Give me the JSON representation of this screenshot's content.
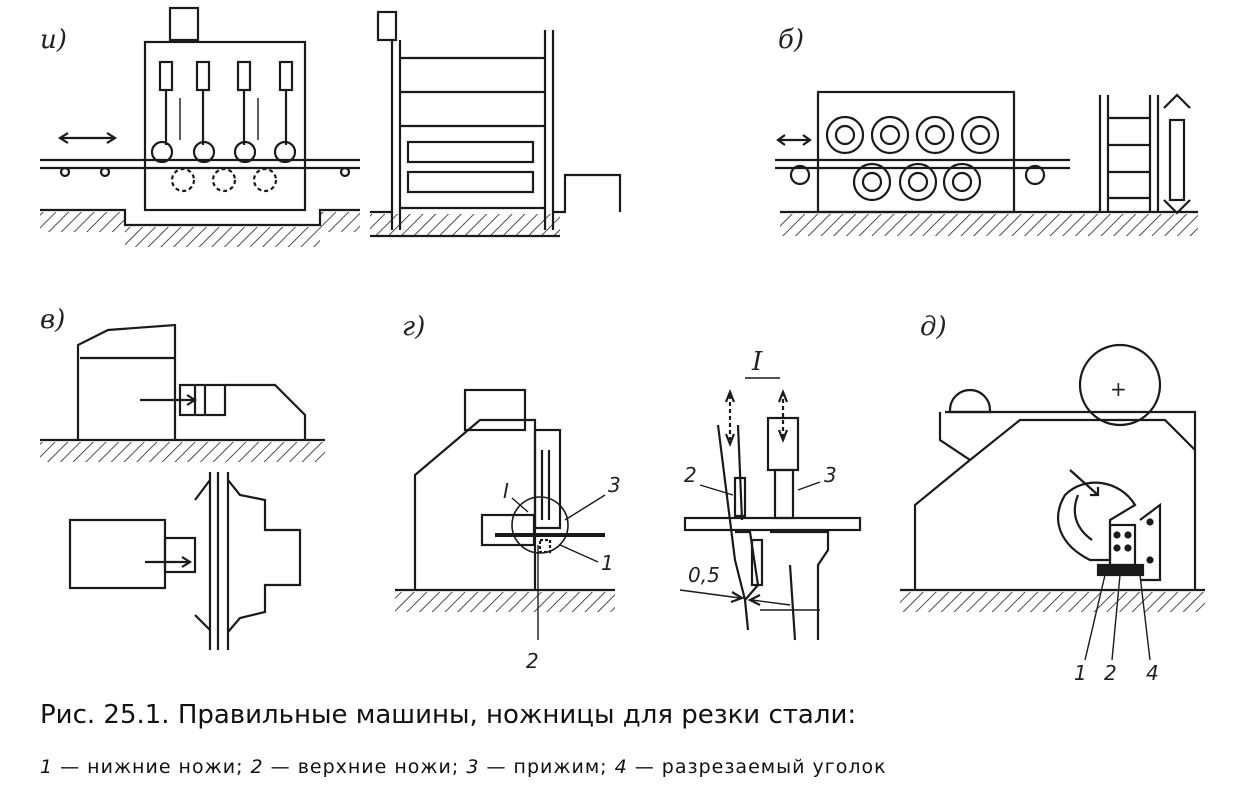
{
  "labels": {
    "a": "и)",
    "b": "б)",
    "v": "в)",
    "g": "г)",
    "d": "д)",
    "detail": "I",
    "g_detail_marker": "I",
    "num1": "1",
    "num2": "2",
    "num3": "3",
    "num4": "4",
    "dim": "0,5",
    "plus": "+"
  },
  "caption": {
    "title": "Рис. 25.1. Правильные машины, ножницы для резки стали:",
    "legend": [
      {
        "num": "1",
        "text": " — нижние ножи; "
      },
      {
        "num": "2",
        "text": " — верхние ножи; "
      },
      {
        "num": "3",
        "text": " — прижим; "
      },
      {
        "num": "4",
        "text": " — разрезаемый уголок"
      }
    ]
  }
}
